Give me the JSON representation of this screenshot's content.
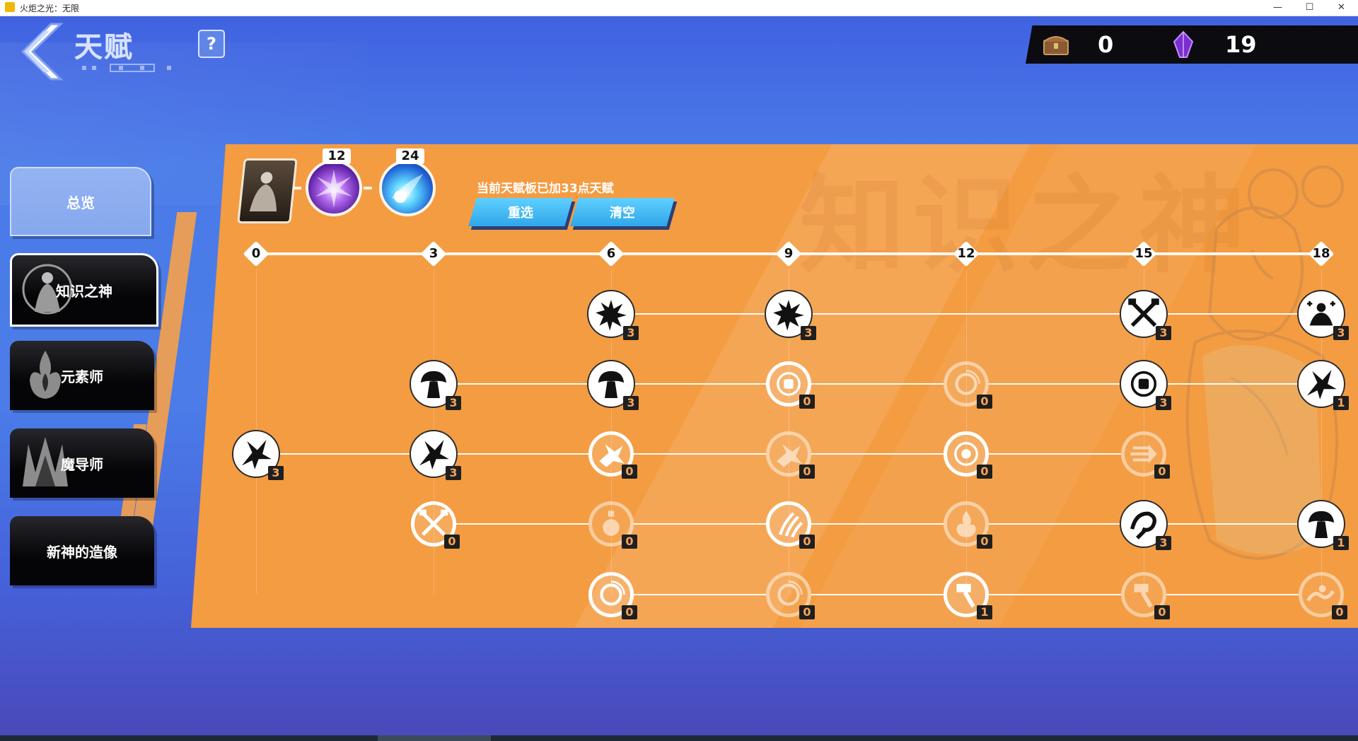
{
  "window": {
    "title": "火炬之光：无限",
    "minimize": "—",
    "maximize": "☐",
    "close": "✕"
  },
  "header": {
    "title": "天赋",
    "back_icon": "chevron-left-icon",
    "help_label": "?"
  },
  "currency": [
    {
      "icon": "treasure-chest-icon",
      "value": "0"
    },
    {
      "icon": "purple-crystal-icon",
      "value": "19"
    }
  ],
  "sidebar": {
    "items": [
      {
        "label": "总览"
      },
      {
        "label": "知识之神",
        "active": true
      },
      {
        "label": "元素师"
      },
      {
        "label": "魔导师"
      },
      {
        "label": "新神的造像"
      }
    ]
  },
  "board": {
    "watermark": "知识之神",
    "skills": [
      {
        "icon": "arcane-burst-icon",
        "level": "12"
      },
      {
        "icon": "blue-comet-icon",
        "level": "24"
      }
    ],
    "points_text": "当前天赋板已加33点天赋",
    "reset_label": "重选",
    "clear_label": "清空",
    "milestones": [
      "0",
      "3",
      "6",
      "9",
      "12",
      "15",
      "18"
    ],
    "rows": [
      [
        {
          "col": 2,
          "icon": "shattered-star-icon",
          "count": "3",
          "state": "on"
        },
        {
          "col": 3,
          "icon": "shattered-star-icon",
          "count": "3",
          "state": "on"
        },
        {
          "col": 5,
          "icon": "crossed-axes-icon",
          "count": "3",
          "state": "on"
        },
        {
          "col": 6,
          "icon": "meditation-plus-icon",
          "count": "3",
          "state": "on"
        }
      ],
      [
        {
          "col": 1,
          "icon": "mushroom-cloud-icon",
          "count": "3",
          "state": "on"
        },
        {
          "col": 2,
          "icon": "mushroom-cloud-icon",
          "count": "3",
          "state": "on"
        },
        {
          "col": 3,
          "icon": "fist-shield-icon",
          "count": "0",
          "state": "off"
        },
        {
          "col": 4,
          "icon": "ring-icon",
          "count": "0",
          "state": "faded"
        },
        {
          "col": 5,
          "icon": "fist-shield-icon",
          "count": "3",
          "state": "on"
        },
        {
          "col": 6,
          "icon": "shatter-icon",
          "count": "1",
          "state": "on"
        }
      ],
      [
        {
          "col": 0,
          "icon": "shatter-icon",
          "count": "3",
          "state": "on"
        },
        {
          "col": 1,
          "icon": "shatter-icon",
          "count": "3",
          "state": "on"
        },
        {
          "col": 2,
          "icon": "impact-splash-icon",
          "count": "0",
          "state": "off"
        },
        {
          "col": 3,
          "icon": "impact-splash-icon",
          "count": "0",
          "state": "faded"
        },
        {
          "col": 4,
          "icon": "target-shield-icon",
          "count": "0",
          "state": "off"
        },
        {
          "col": 5,
          "icon": "speed-dash-icon",
          "count": "0",
          "state": "faded"
        }
      ],
      [
        {
          "col": 1,
          "icon": "crossed-axes-icon",
          "count": "0",
          "state": "off"
        },
        {
          "col": 2,
          "icon": "potion-icon",
          "count": "0",
          "state": "faded"
        },
        {
          "col": 3,
          "icon": "claw-slash-icon",
          "count": "0",
          "state": "off"
        },
        {
          "col": 4,
          "icon": "flame-swirl-icon",
          "count": "0",
          "state": "faded"
        },
        {
          "col": 5,
          "icon": "spiral-strike-icon",
          "count": "3",
          "state": "on"
        },
        {
          "col": 6,
          "icon": "mushroom-cloud-icon",
          "count": "1",
          "state": "on"
        }
      ],
      [
        {
          "col": 2,
          "icon": "ring-icon",
          "count": "0",
          "state": "off"
        },
        {
          "col": 3,
          "icon": "ring-icon",
          "count": "0",
          "state": "faded"
        },
        {
          "col": 4,
          "icon": "hammer-strike-icon",
          "count": "1",
          "state": "off"
        },
        {
          "col": 5,
          "icon": "hammer-strike-icon",
          "count": "0",
          "state": "faded"
        },
        {
          "col": 6,
          "icon": "wave-curl-icon",
          "count": "0",
          "state": "faded"
        }
      ]
    ]
  },
  "colors": {
    "board": "#f49c42",
    "background": "#4b7ce8",
    "button": "#3ab2f0",
    "count_text": "#f4a45a"
  }
}
